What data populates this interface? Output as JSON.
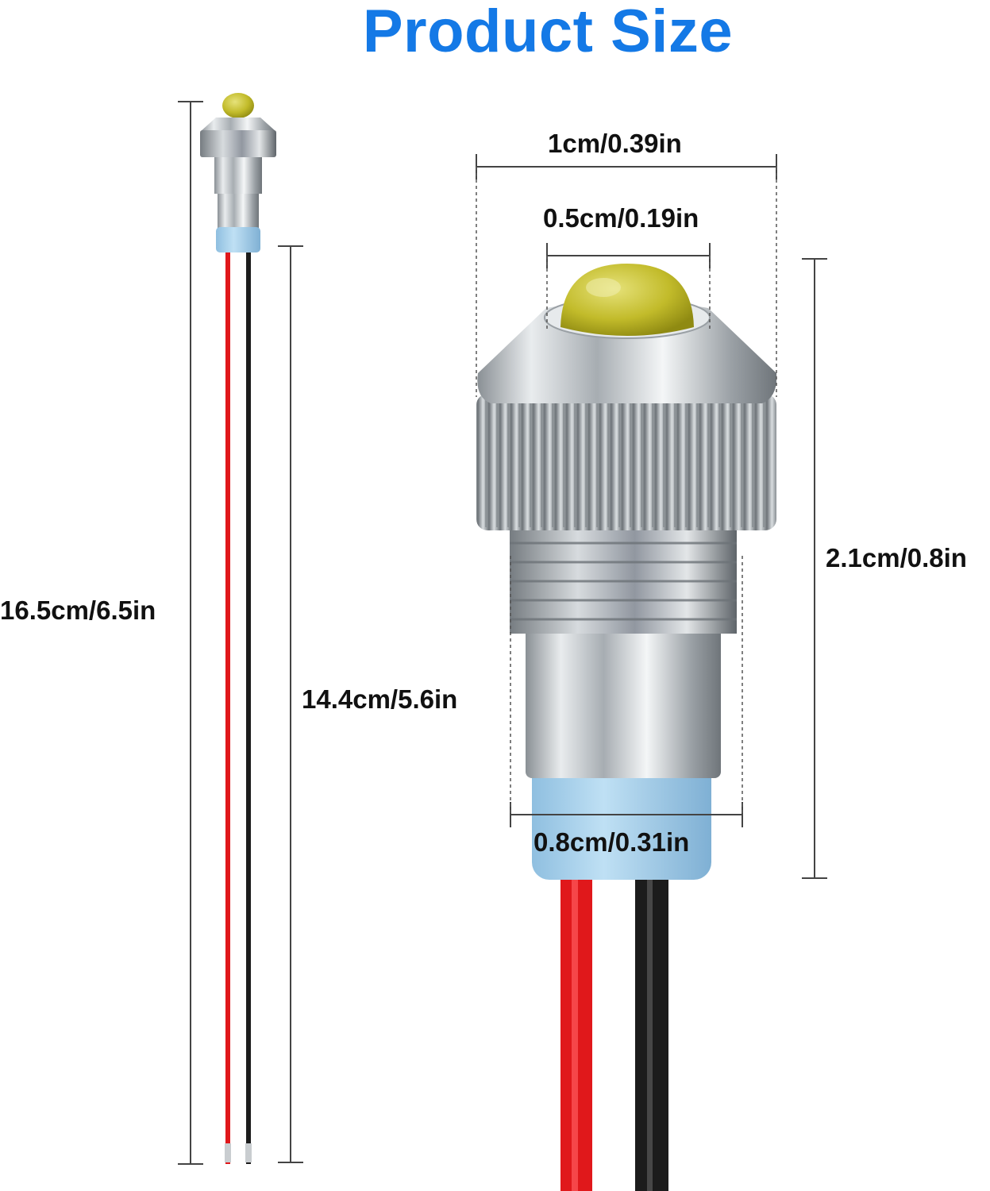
{
  "title": "Product Size",
  "colors": {
    "title": "#1479e6",
    "lens": "#c7c02c",
    "metal": "#c9cdd0",
    "sleeve": "#a9d1ec",
    "wire_red": "#e0181b",
    "wire_black": "#1c1c1c"
  },
  "dimensions": {
    "total_length": "16.5cm/6.5in",
    "wire_length": "14.4cm/5.6in",
    "cap_width": "1cm/0.39in",
    "lens_width": "0.5cm/0.19in",
    "body_height": "2.1cm/0.8in",
    "body_width": "0.8cm/0.31in"
  }
}
